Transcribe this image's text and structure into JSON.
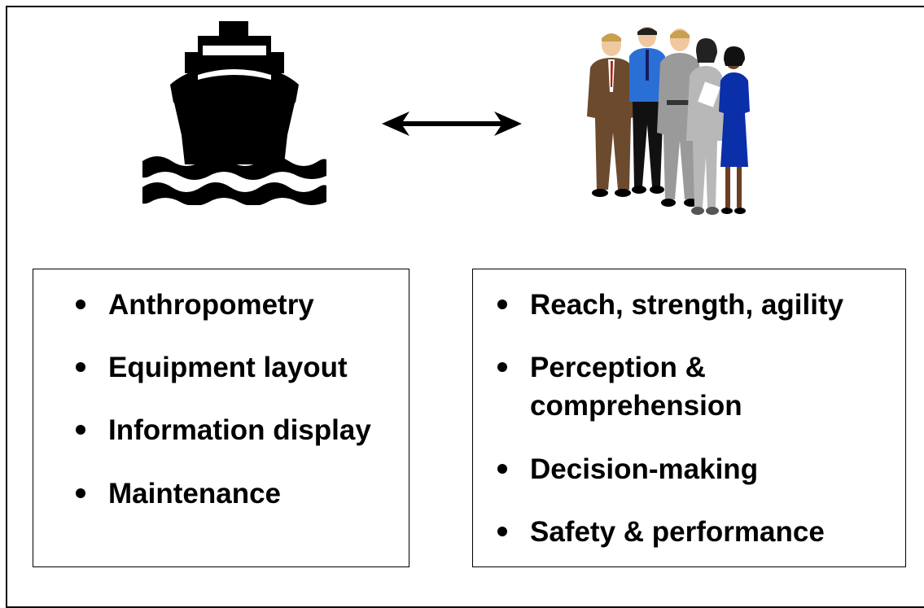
{
  "left_panel": {
    "items": [
      {
        "label": "Anthropometry"
      },
      {
        "label": "Equipment layout"
      },
      {
        "label": "Information display"
      },
      {
        "label": "Maintenance"
      }
    ]
  },
  "right_panel": {
    "items": [
      {
        "label": "Reach, strength, agility"
      },
      {
        "label": "Perception &",
        "label2": "comprehension"
      },
      {
        "label": "Decision-making"
      },
      {
        "label": "Safety & performance"
      }
    ]
  },
  "colors": {
    "ink": "#000000",
    "suit_brown": "#6b4a2e",
    "shirt_blue": "#2a6fd6",
    "suit_gray": "#9a9a9a",
    "dress_blue": "#0b2fa8",
    "skin_light": "#f0c8a0",
    "skin_dark": "#6b3f22"
  },
  "icons": {
    "ship": "ship-icon",
    "arrow": "double-arrow-icon",
    "people": "people-group-icon"
  }
}
